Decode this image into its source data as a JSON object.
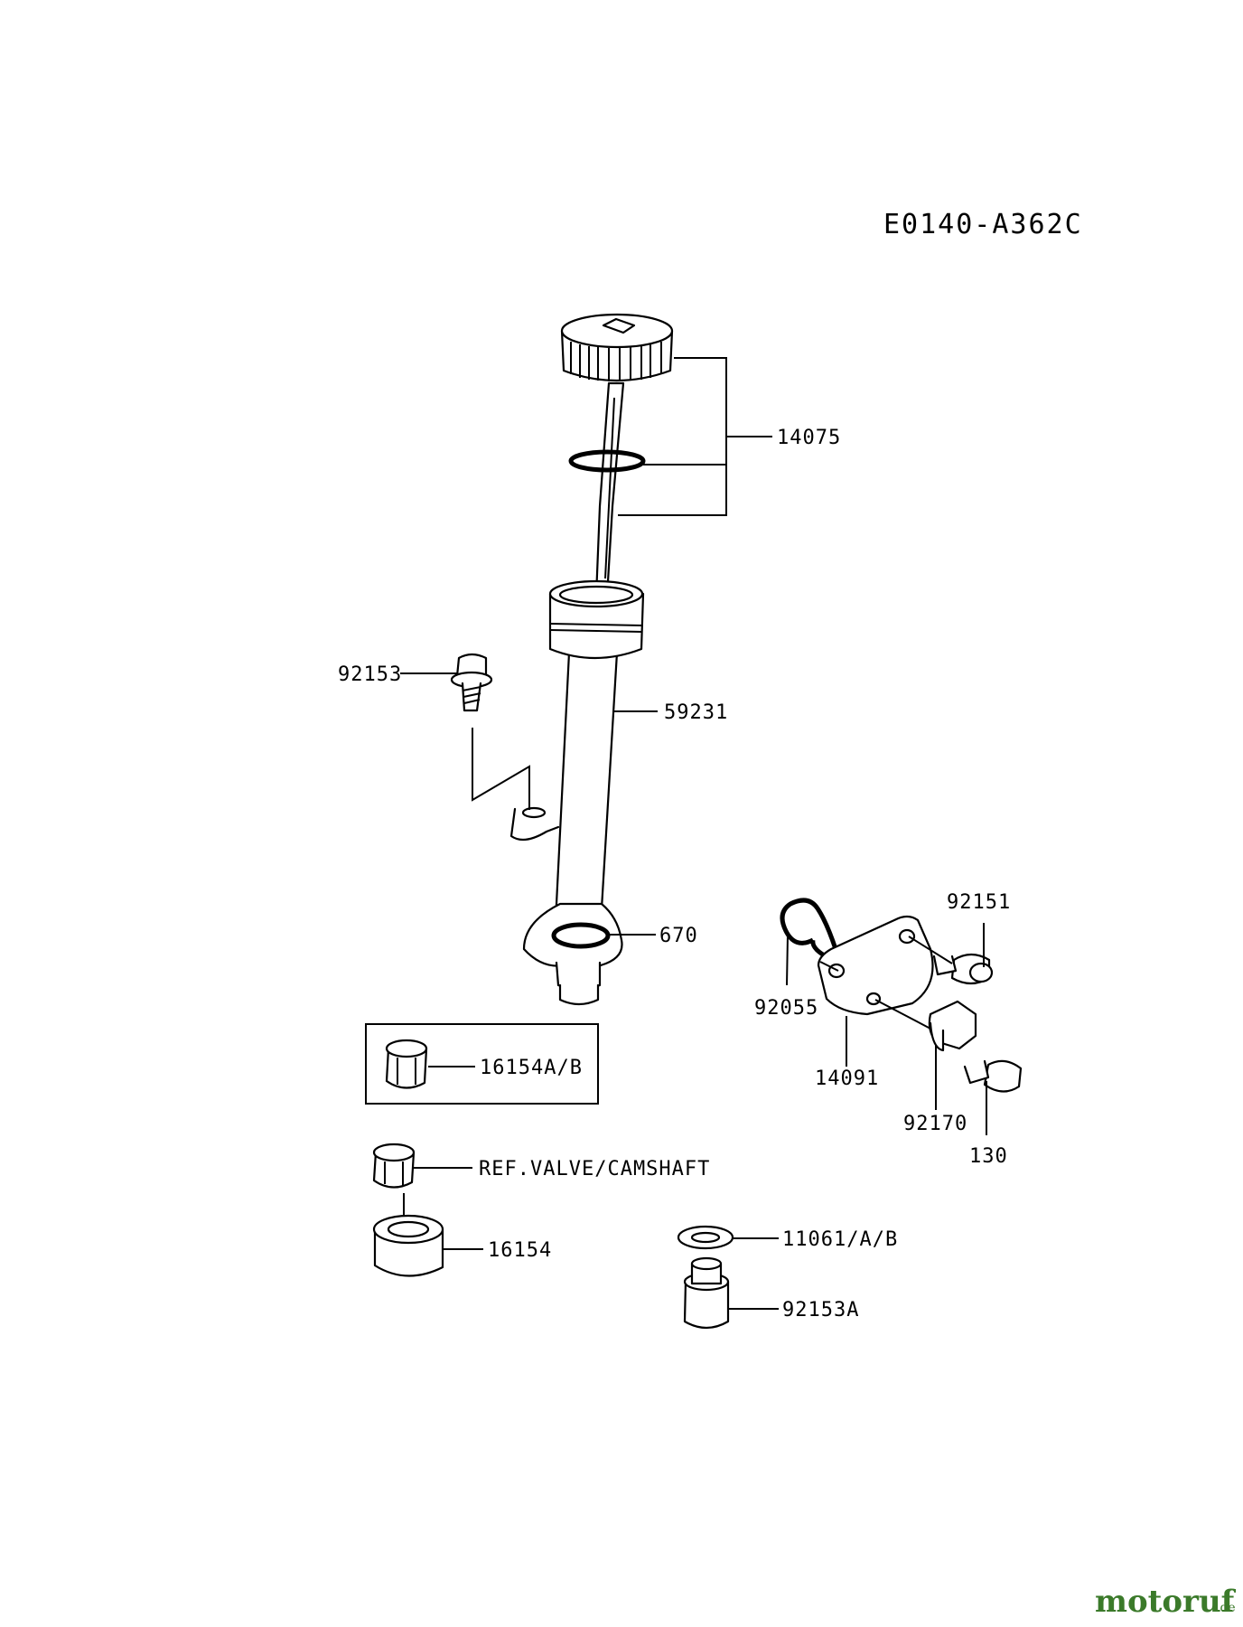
{
  "diagram_code": "E0140-A362C",
  "labels": {
    "p14075": "14075",
    "p92153": "92153",
    "p59231": "59231",
    "p670": "670",
    "p92151": "92151",
    "p92055": "92055",
    "p14091": "14091",
    "p92170": "92170",
    "p130": "130",
    "p16154AB": "16154A/B",
    "ref_valve": "REF.VALVE/CAMSHAFT",
    "p16154": "16154",
    "p11061": "11061/A/B",
    "p92153A": "92153A"
  },
  "watermark": {
    "brand": "motoruf",
    "suffix": ".de"
  }
}
